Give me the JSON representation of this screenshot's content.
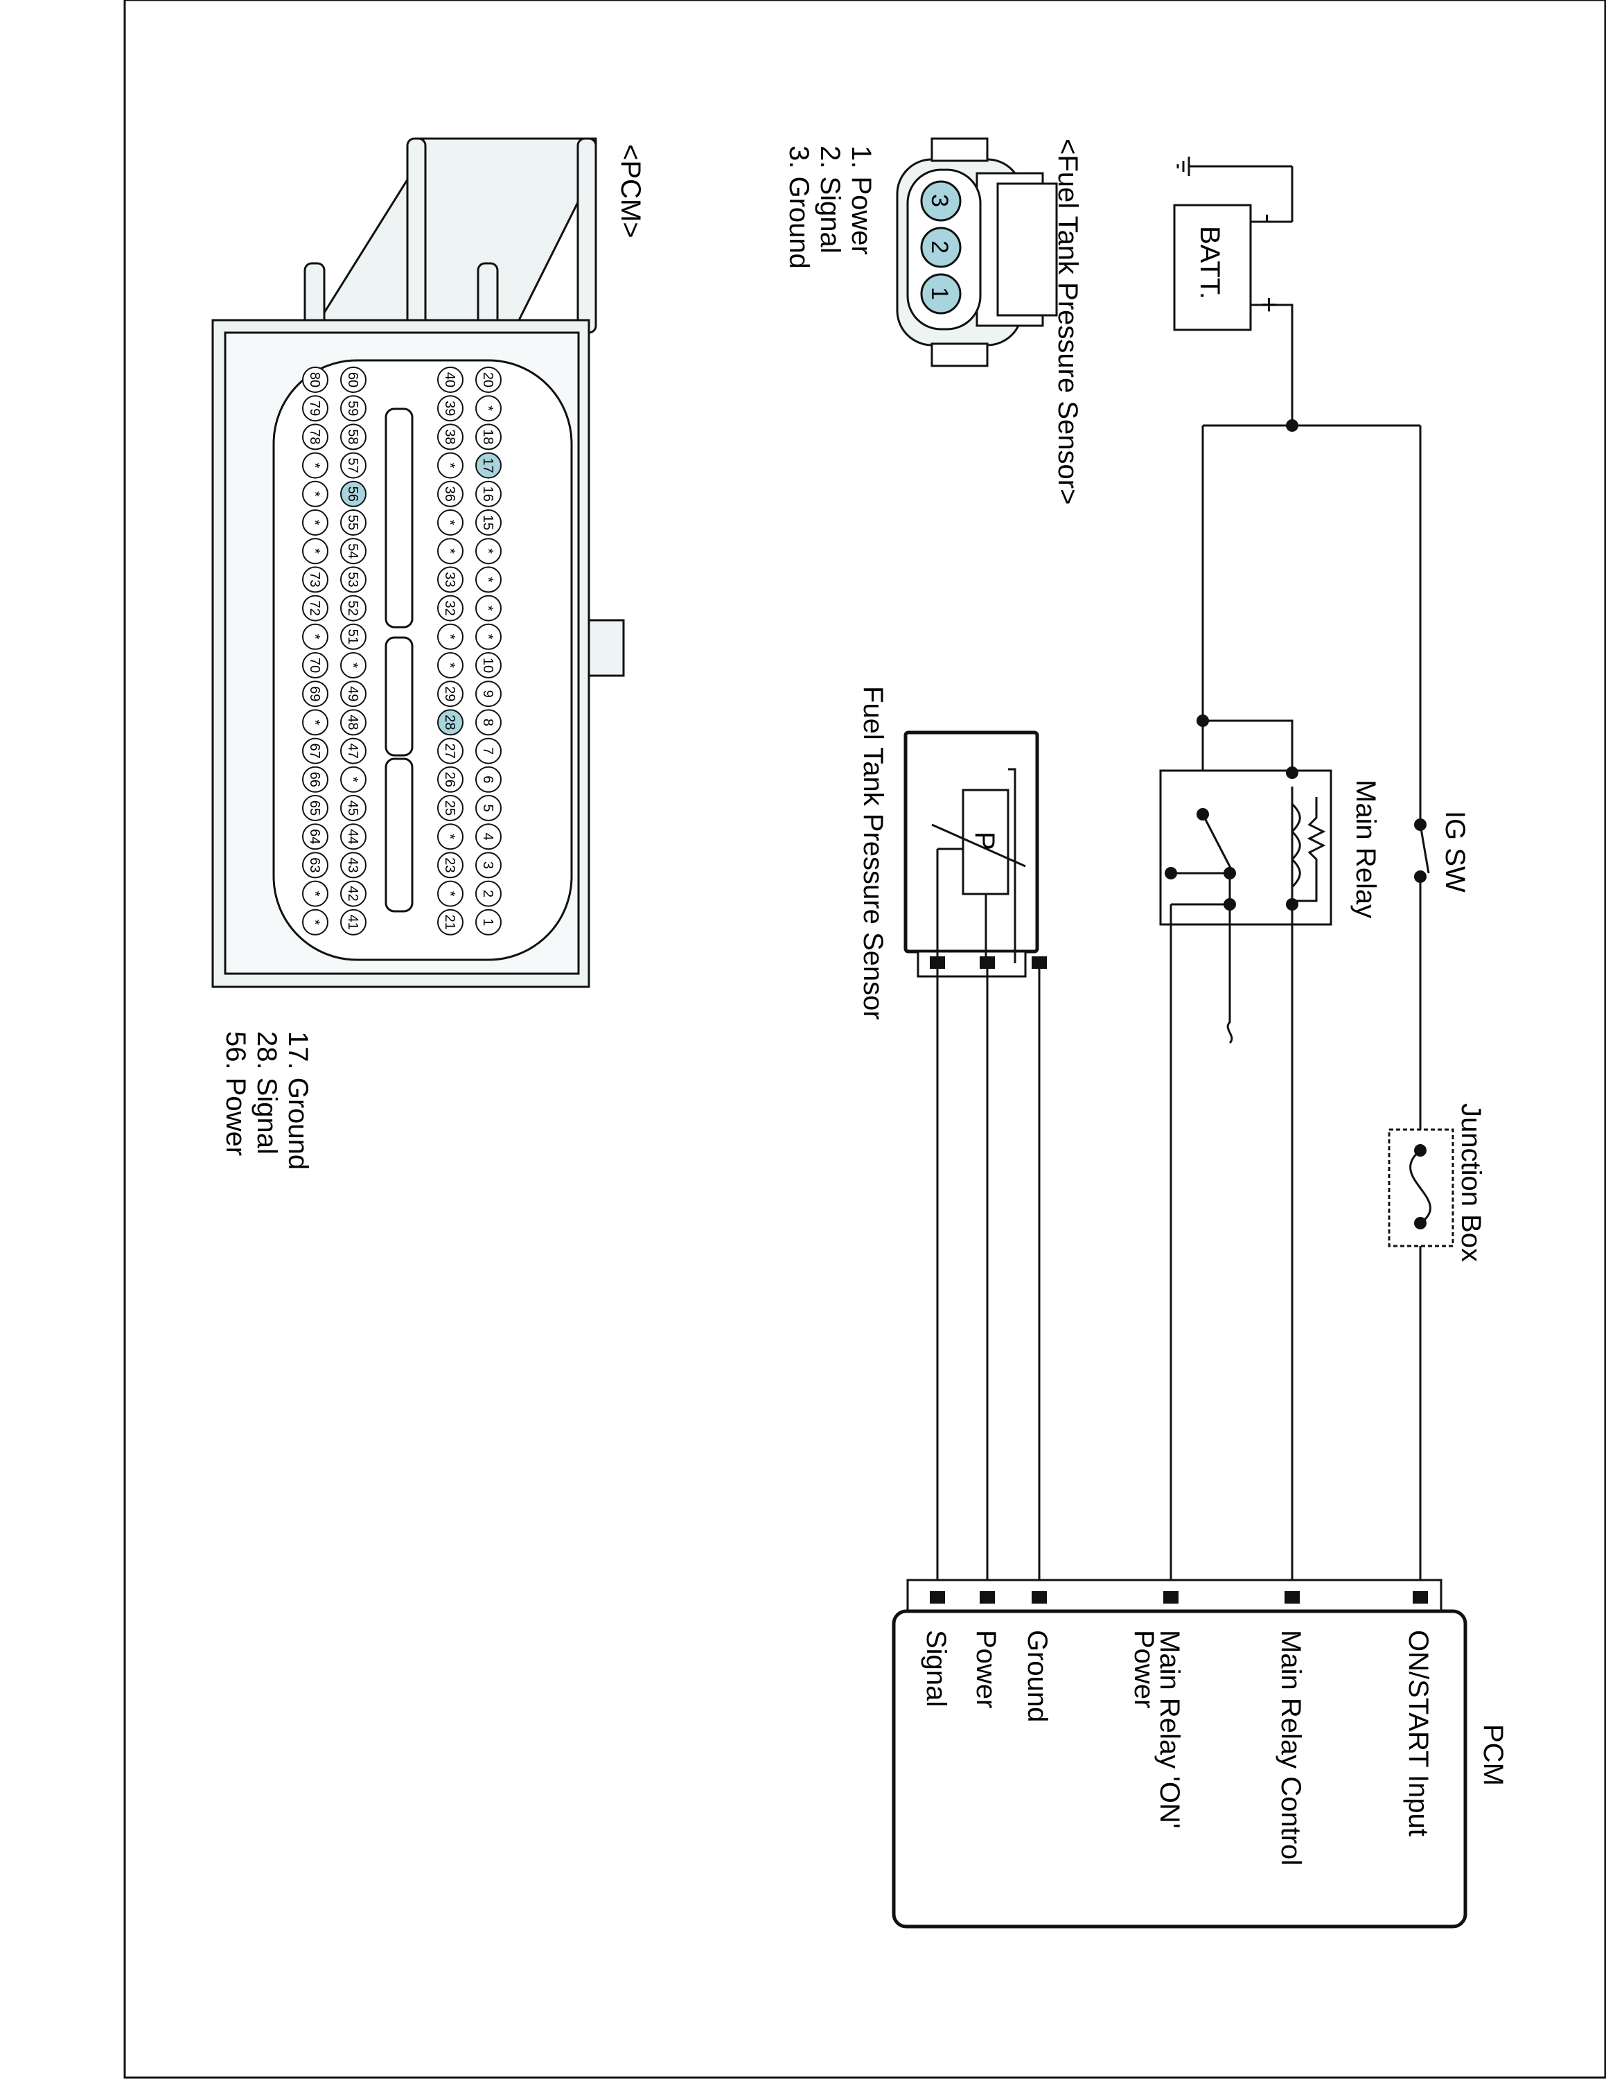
{
  "diagram": {
    "battery": {
      "label": "BATT.",
      "neg": "-",
      "pos": "+"
    },
    "ig_sw": {
      "label": "IG SW"
    },
    "main_relay": {
      "label": "Main Relay"
    },
    "junction_box": {
      "label": "Junction Box"
    },
    "sensor": {
      "label": "Fuel Tank Pressure Sensor",
      "symbol": "P"
    },
    "pcm": {
      "title": "PCM",
      "pins": {
        "on_start": "ON/START Input",
        "relay_control": "Main Relay Control",
        "relay_on_1": "Main Relay 'ON'",
        "relay_on_2": "Power",
        "ground": "Ground",
        "power": "Power",
        "signal": "Signal"
      }
    }
  },
  "connectors": {
    "sensor": {
      "title": "<Fuel Tank Pressure Sensor>",
      "pins": [
        "1",
        "2",
        "3"
      ],
      "legend": [
        "1. Power",
        "2. Signal",
        "3. Ground"
      ]
    },
    "pcm": {
      "title": "<PCM>",
      "legend": [
        "17. Ground",
        "28. Signal",
        "56. Power"
      ],
      "row1": [
        "20",
        "*",
        "18",
        "17",
        "16",
        "15",
        "*",
        "*",
        "*",
        "*",
        "10",
        "9",
        "8",
        "7",
        "6",
        "5",
        "4",
        "3",
        "2",
        "1"
      ],
      "row2": [
        "40",
        "39",
        "38",
        "*",
        "36",
        "*",
        "*",
        "33",
        "32",
        "*",
        "*",
        "29",
        "28",
        "27",
        "26",
        "25",
        "*",
        "23",
        "*",
        "21"
      ],
      "row3": [
        "60",
        "59",
        "58",
        "57",
        "56",
        "55",
        "54",
        "53",
        "52",
        "51",
        "*",
        "49",
        "48",
        "47",
        "*",
        "45",
        "44",
        "43",
        "42",
        "41"
      ],
      "row4": [
        "80",
        "79",
        "78",
        "*",
        "*",
        "*",
        "*",
        "73",
        "72",
        "*",
        "70",
        "69",
        "*",
        "67",
        "66",
        "65",
        "64",
        "63",
        "*",
        "*"
      ],
      "highlighted": [
        "17",
        "28",
        "56"
      ]
    }
  },
  "colors": {
    "line": "#111111",
    "connector_fill": "#eef3f4",
    "pin_highlight": "#a8d4de"
  }
}
